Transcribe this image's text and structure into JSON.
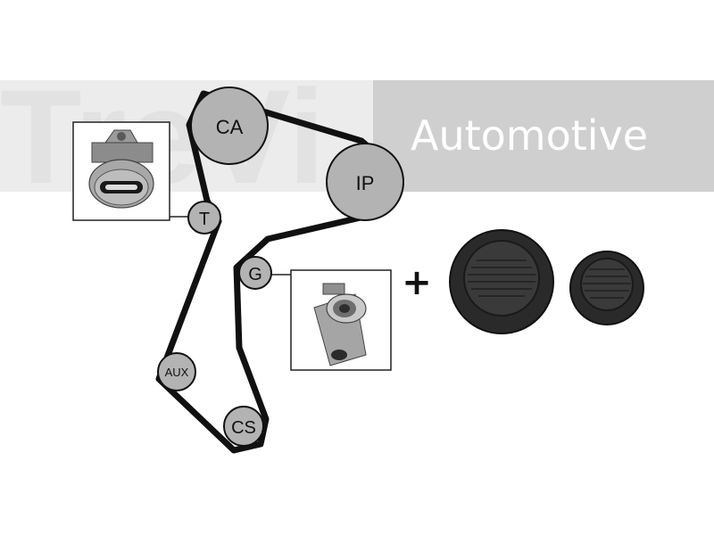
{
  "watermark": {
    "logo_text": "TreVi",
    "brand_text": "Automotive"
  },
  "pulleys": {
    "camshaft": {
      "label": "CA"
    },
    "injection_pump": {
      "label": "IP"
    },
    "tensioner": {
      "label": "T"
    },
    "guide": {
      "label": "G"
    },
    "auxiliary": {
      "label": "AUX"
    },
    "crankshaft": {
      "label": "CS"
    }
  },
  "plus_sign": "+",
  "colors": {
    "belt": "#111111",
    "pulley_fill": "#b3b3b3",
    "watermark": "#d9d9d9",
    "cap": "#2a2a2a"
  }
}
